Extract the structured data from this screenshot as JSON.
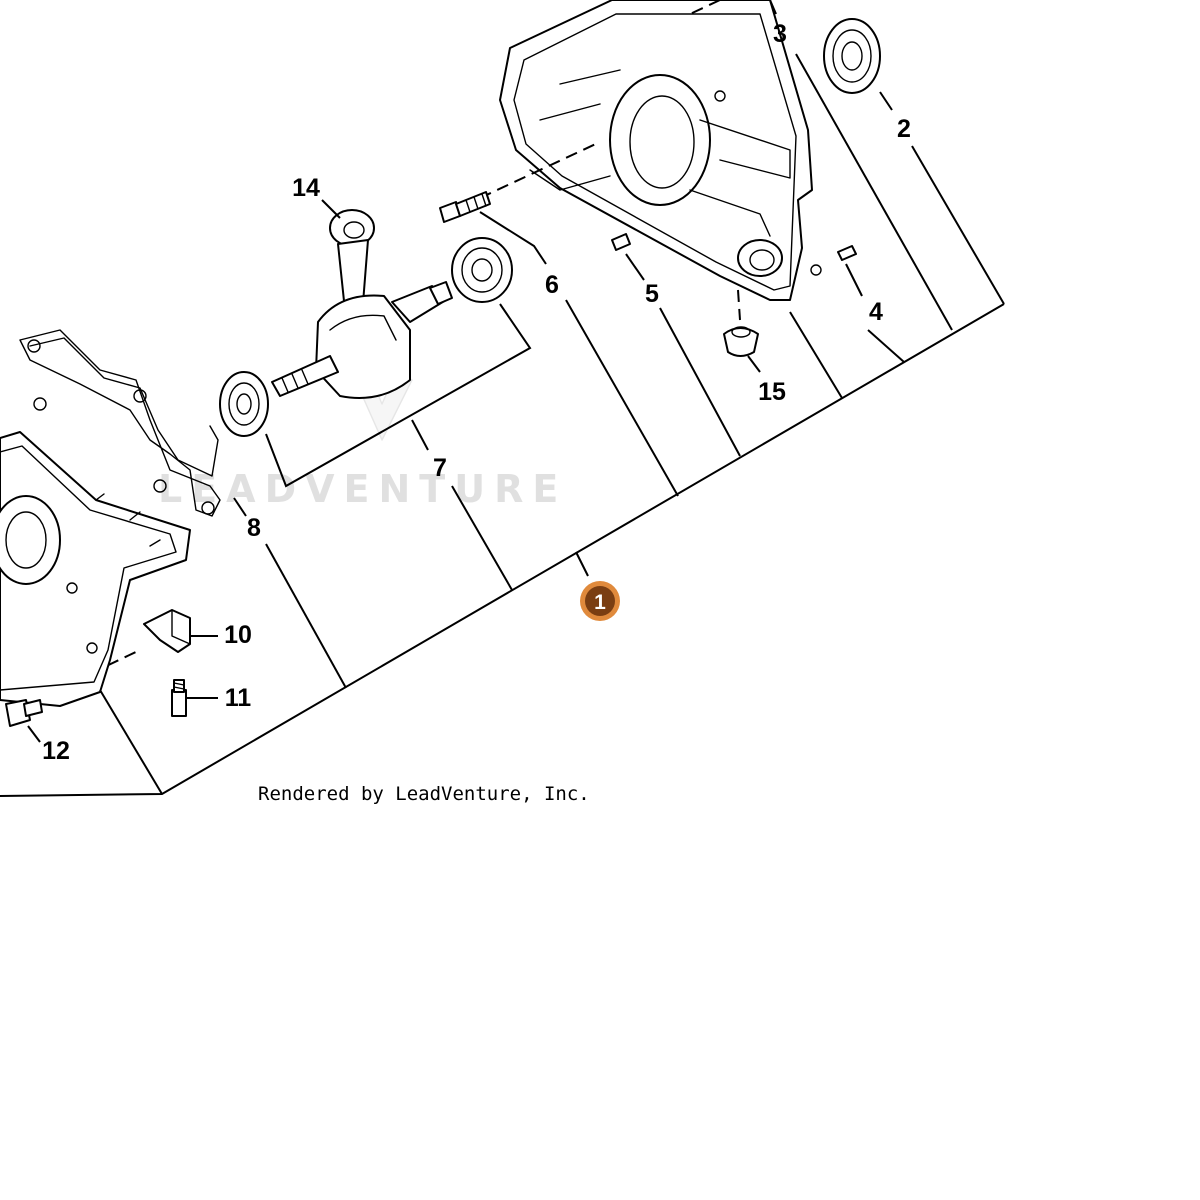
{
  "callouts": {
    "c1": "1",
    "c2": "2",
    "c3": "3",
    "c4": "4",
    "c5": "5",
    "c6": "6",
    "c7": "7",
    "c8": "8",
    "c10": "10",
    "c11": "11",
    "c12": "12",
    "c14": "14",
    "c15": "15"
  },
  "watermark": "LEADVENTURE",
  "credit": "Rendered by LeadVenture, Inc.",
  "colors": {
    "hotspot_fill": "#7a3e12",
    "hotspot_ring": "#e08a3c",
    "lines": "#000000",
    "watermark": "#c8c8c8"
  }
}
